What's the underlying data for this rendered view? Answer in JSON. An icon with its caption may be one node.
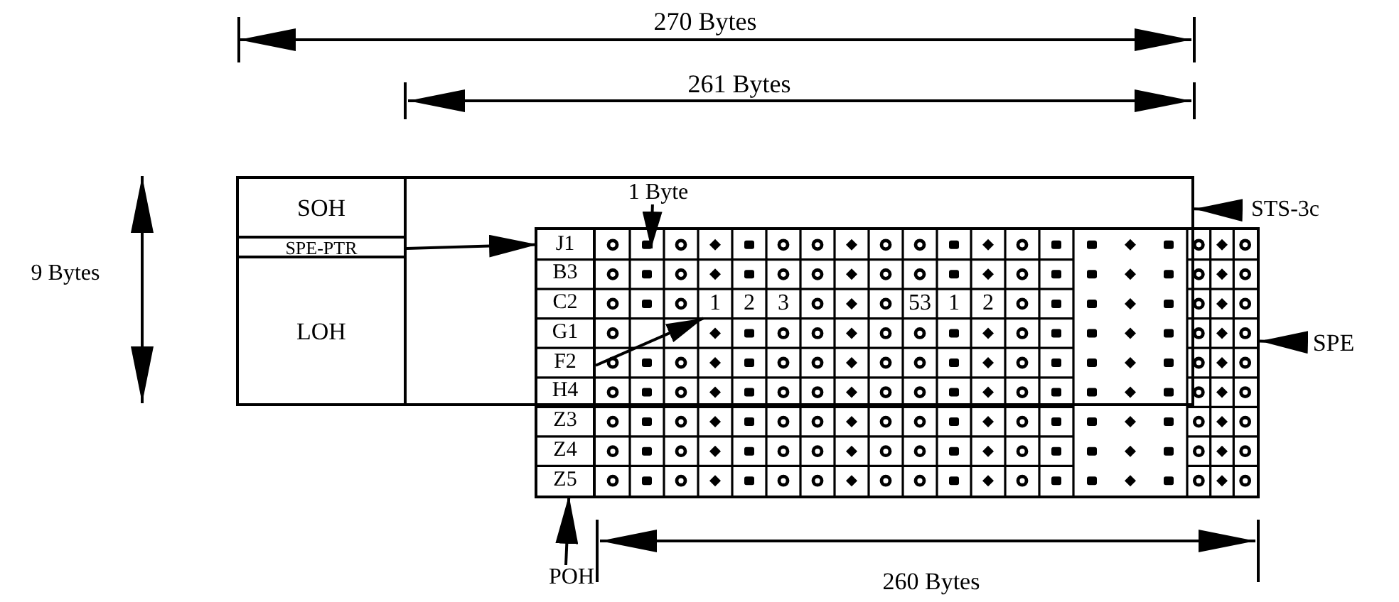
{
  "diagram": {
    "nodes": [
      {
        "text": [],
        "shape": "box"
      },
      {
        "text": [
          "SOH"
        ],
        "in": 0
      },
      {
        "text": [
          "SPE-PTR"
        ],
        "in": 0
      },
      {
        "text": [
          "LOH"
        ],
        "in": 0
      },
      {
        "text": [
          "1 Byte"
        ],
        "in": 0
      },
      {
        "text": [
          "STS-3c"
        ]
      },
      {
        "text": [],
        "shape": "box"
      },
      {
        "text": [
          "J1",
          "B3",
          "C2",
          "G1",
          "F2",
          "H4",
          "Z3",
          "Z4",
          "Z5"
        ],
        "in": 6
      },
      {
        "text": [
          "1"
        ]
      },
      {
        "text": [
          "SPE"
        ]
      },
      {
        "text": [
          "POH"
        ]
      }
    ],
    "edges": [
      {
        "from": 2,
        "to": 7,
        "arrow": "to"
      },
      {
        "from": 5,
        "to": 0,
        "arrow": "to"
      },
      {
        "from": 9,
        "to": 6,
        "arrow": "to"
      },
      {
        "from": 10,
        "to": 7,
        "arrow": "to"
      },
      {
        "from": 4,
        "to": null,
        "arrow": "to"
      },
      {
        "from": 7,
        "to": 8,
        "arrow": "to"
      }
    ],
    "labels": [
      "270 Bytes",
      "261 Bytes",
      "9 Bytes",
      "2",
      "3",
      "53",
      "1",
      "2",
      "260 Bytes"
    ]
  }
}
